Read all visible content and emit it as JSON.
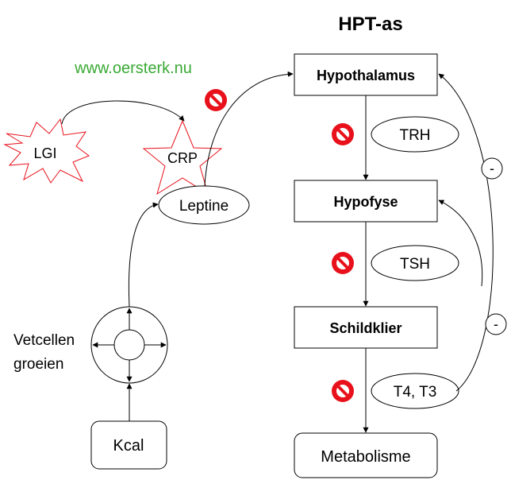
{
  "title": "HPT-as",
  "website": "www.oersterk.nu",
  "nodes": {
    "hypothalamus": "Hypothalamus",
    "hypofyse": "Hypofyse",
    "schildklier": "Schildklier",
    "metabolisme": "Metabolisme",
    "trh": "TRH",
    "tsh": "TSH",
    "t4t3": "T4, T3",
    "lgi": "LGI",
    "crp": "CRP",
    "leptine": "Leptine",
    "vetcellen_line1": "Vetcellen",
    "vetcellen_line2": "groeien",
    "kcal": "Kcal"
  },
  "feedback": {
    "minus_top": "-",
    "minus_bottom": "-"
  },
  "colors": {
    "website": "#3aaa35",
    "stop_sign": "#e8111b",
    "star_outline": "#e8111b"
  },
  "icons": [
    "stop-sign-icon",
    "explosion-shape",
    "star-shape"
  ]
}
